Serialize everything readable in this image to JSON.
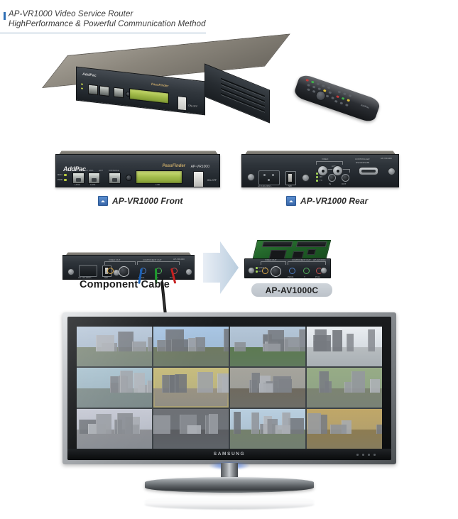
{
  "header": {
    "title": "AP-VR1000 Video Service Router",
    "subtitle": "HighPerformance & Powerful Communication Method"
  },
  "devices": {
    "hero": {
      "brand": "AddPac",
      "product_line": "PassFinder",
      "model": "AP-VR1000",
      "power_label": "ON-OFF",
      "lcd_label": "LCD"
    },
    "remote": {
      "brand": "AddPac"
    },
    "front": {
      "brand": "AddPac",
      "product_line": "PassFinder",
      "model": "AP-VR1000",
      "lcd_label": "LCD",
      "power_label": "ON-OFF",
      "status_leds": [
        "RUN",
        "PWR"
      ],
      "port_labels": [
        "LINK",
        "ACT LINK",
        "ACT",
        "CONSOLE"
      ],
      "port_groups": [
        "LAN0",
        "LAN1"
      ]
    },
    "rear": {
      "model": "AP-VR1000",
      "power_label": "AC 110-220V~",
      "switch_label": "SW",
      "audio_group": "AUDIO",
      "audio_jacks": [
        "IN",
        "OUT"
      ],
      "video_group": "VIDEO",
      "controller_group": "CONTROLLER",
      "controller_sub": "RS232/RS485",
      "led_labels": [
        "ACT",
        "RX",
        "TX"
      ]
    }
  },
  "captions": {
    "front": "AP-VR1000 Front",
    "rear": "AP-VR1000 Rear"
  },
  "component_section": {
    "cable_label": "Component Cable",
    "rear_model": "AP-VR1000",
    "video_out_group": "VIDEO OUT",
    "video_out_labels": [
      "VIDEO",
      "S-VIDEO"
    ],
    "component_group": "COMPONENT OUT",
    "component_labels": [
      "Pb/Cb",
      "Y",
      "Pr/Cr"
    ],
    "power_label": "AC 110-220V~",
    "switch_label": "SW",
    "cable_colors": [
      "#1a5fb4",
      "#1f9b2f",
      "#c62020"
    ],
    "card_name": "AP-AV1000C",
    "card": {
      "model": "AP-AV1000C",
      "video_out_group": "VIDEO OUT",
      "video_out_labels": [
        "VIDEO",
        "S-VIDEO"
      ],
      "component_group": "COMPONENT OUT",
      "component_labels": [
        "Pb/Cb",
        "Y",
        "Pr/Cr"
      ],
      "led_labels": [
        "STATUS",
        "ACT"
      ]
    }
  },
  "tv": {
    "brand": "SAMSUNG",
    "grid": {
      "columns": 4,
      "rows": 3,
      "selected_index": 5
    },
    "cameras": [
      {
        "id": 1,
        "scene": "City office towers and low-rise building with palm trees",
        "sky": "#b8c8da",
        "ground": "#7f8a7a",
        "selected": false
      },
      {
        "id": 2,
        "scene": "Elevated highway overpass with traffic and blue sky",
        "sky": "#a9c6e4",
        "ground": "#6f7a62",
        "selected": false
      },
      {
        "id": 3,
        "scene": "Downtown boulevard with buses and high-rise buildings",
        "sky": "#b4c6d8",
        "ground": "#5d7a52",
        "selected": false
      },
      {
        "id": 4,
        "scene": "Modern glass office building, bright overexposed sky",
        "sky": "#e9edf1",
        "ground": "#b8bdc0",
        "selected": false
      },
      {
        "id": 5,
        "scene": "Glass canopy walkway / station interior",
        "sky": "#a9c2cf",
        "ground": "#7e8c8a",
        "selected": false
      },
      {
        "id": 6,
        "scene": "Starbucks storefront with pedestrians on wet pavement",
        "sky": "#c8bd7e",
        "ground": "#9a9383",
        "selected": true
      },
      {
        "id": 7,
        "scene": "Stone facade building with gold statue plaza",
        "sky": "#a6a49c",
        "ground": "#6f6a5f",
        "selected": false
      },
      {
        "id": 8,
        "scene": "Expressway with green overhead sign, bus and truck",
        "sky": "#97ac86",
        "ground": "#7d8472",
        "selected": false
      },
      {
        "id": 9,
        "scene": "Highway with electronic message board and cars",
        "sky": "#c6c9d4",
        "ground": "#8d8f94",
        "selected": false
      },
      {
        "id": 10,
        "scene": "Dark department store facade with street traffic",
        "sky": "#6e7176",
        "ground": "#5b5d61",
        "selected": false
      },
      {
        "id": 11,
        "scene": "Avenue with trees and orange signboard building",
        "sky": "#b9cfe0",
        "ground": "#74806c",
        "selected": false
      },
      {
        "id": 12,
        "scene": "Golden-lit retail building facade with shoppers",
        "sky": "#c0a768",
        "ground": "#8d7c52",
        "selected": false
      }
    ]
  },
  "colors": {
    "accent_blue": "#2f6fb5",
    "caption_icon": "#3866a8",
    "selection_yellow": "#f2e23a",
    "chassis_dark": "#2c3137",
    "chassis_top": "#8d8a82",
    "lcd_green": "#a3bc4c",
    "pcb_green": "#1f5f27",
    "background": "#ffffff"
  }
}
